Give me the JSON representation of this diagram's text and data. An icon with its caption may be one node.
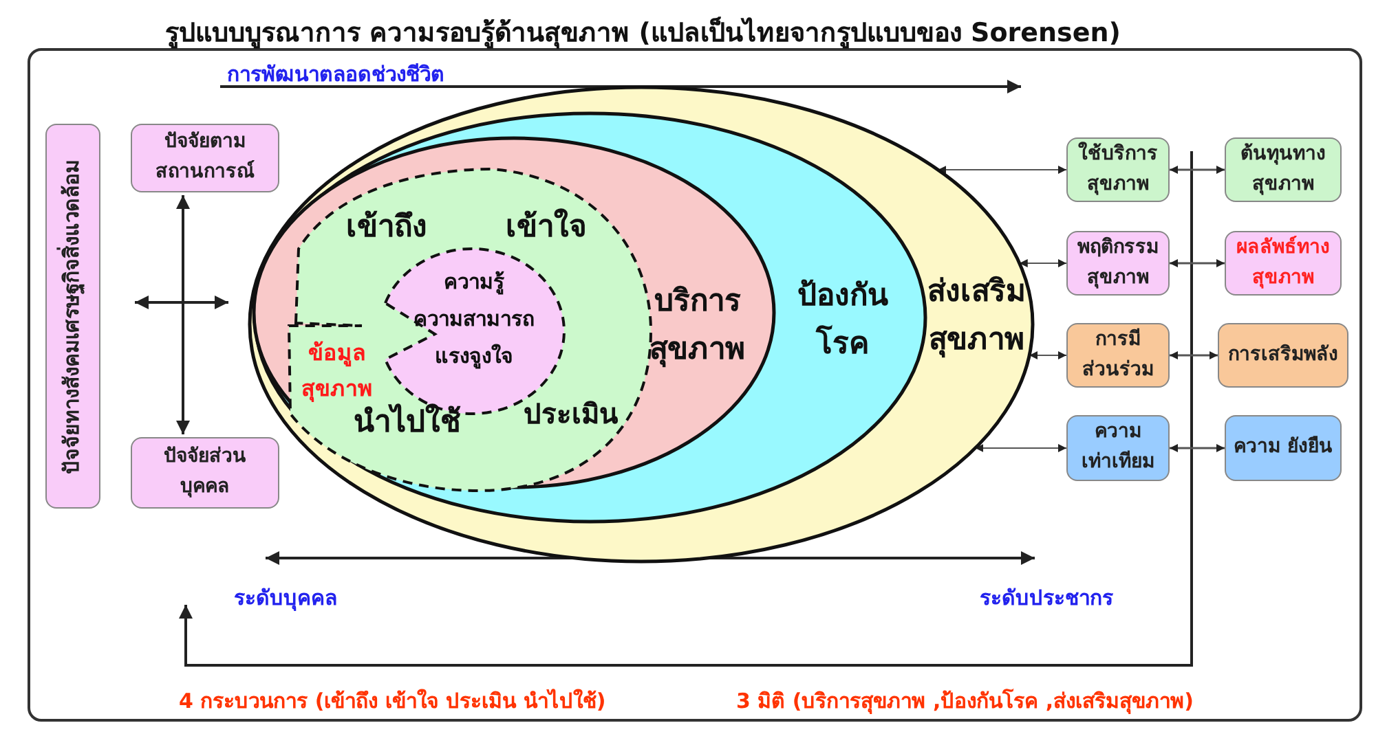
{
  "diagram": {
    "title": "รูปแบบบูรณาการ ความรอบรู้ด้านสุขภาพ (แปลเป็นไทยจากรูปแบบของ Sorensen)",
    "nodes": [
      {
        "text": [
          "ปัจจัยทางสังคมเศรษฐกิจสิ่งแวดล้อม"
        ]
      },
      {
        "text": [
          "ปัจจัยตาม สถานการณ์"
        ]
      },
      {
        "text": [
          "ปัจจัยส่วน บุคคล"
        ]
      },
      {
        "text": [
          "ส่งเสริม สุขภาพ"
        ]
      },
      {
        "text": [
          "ป้องกัน โรค"
        ],
        "in": 3
      },
      {
        "text": [
          "บริการ สุขภาพ"
        ],
        "in": 4
      },
      {
        "text": [
          "เข้าถึง",
          "เข้าใจ",
          "ข้อมูล สุขภาพ",
          "นำไปใช้",
          "ประเมิน"
        ],
        "in": 5
      },
      {
        "text": [
          "ความรู้",
          "ความสามารถ",
          "แรงจูงใจ"
        ],
        "in": 6
      },
      {
        "text": [
          "ใช้บริการ สุขภาพ"
        ]
      },
      {
        "text": [
          "ต้นทุนทาง สุขภาพ"
        ]
      },
      {
        "text": [
          "พฤติกรรม สุขภาพ"
        ]
      },
      {
        "text": [
          "ผลลัพธ์ทาง สุขภาพ"
        ]
      },
      {
        "text": [
          "การมี ส่วนร่วม"
        ]
      },
      {
        "text": [
          "การเสริมพลัง"
        ]
      },
      {
        "text": [
          "ความ เท่าเทียม"
        ]
      },
      {
        "text": [
          "ความ ยังยืน"
        ]
      }
    ],
    "edges": [
      {
        "from": 1,
        "to": 2,
        "arrow": "both"
      },
      {
        "from": 3,
        "to": 8,
        "arrow": "both"
      },
      {
        "from": 8,
        "to": 9,
        "arrow": "both"
      },
      {
        "from": 3,
        "to": 10,
        "arrow": "both"
      },
      {
        "from": 10,
        "to": 11,
        "arrow": "both"
      },
      {
        "from": 3,
        "to": 12,
        "arrow": "both"
      },
      {
        "from": 12,
        "to": 13,
        "arrow": "both"
      },
      {
        "from": 3,
        "to": 14,
        "arrow": "both"
      },
      {
        "from": 14,
        "to": 15,
        "arrow": "both"
      }
    ],
    "labels": [
      "การพัฒนาตลอดช่วงชีวิต",
      "ระดับบุคคล",
      "ระดับประชากร",
      "4 กระบวนการ (เข้าถึง เข้าใจ ประเมิน นำไปใช้)",
      "3 มิติ (บริการสุขภาพ ,ป้องกันโรค ,ส่งเสริมสุขภาพ)"
    ]
  }
}
